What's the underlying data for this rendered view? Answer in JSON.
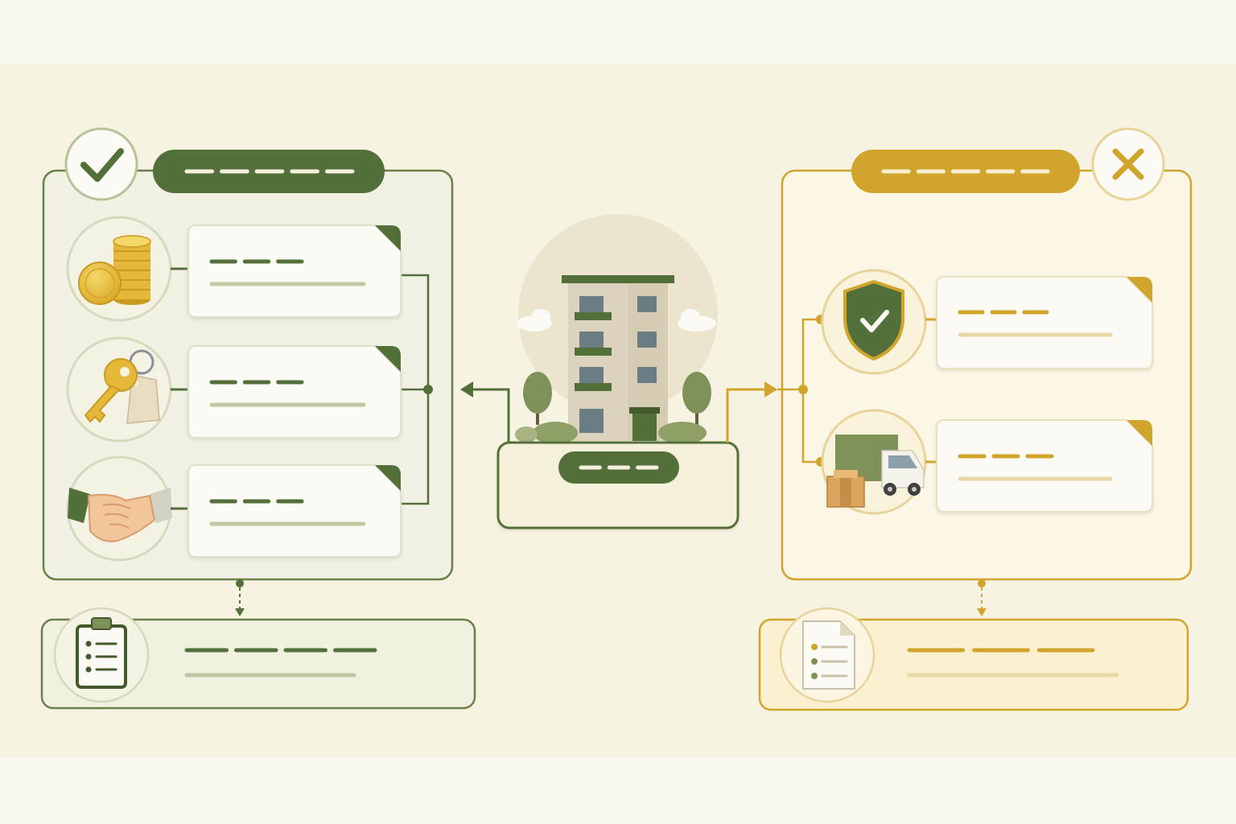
{
  "diagram": {
    "colors": {
      "bg_outer": "#f9f7ef",
      "bg_inner": "#f7f3e3",
      "green_dark": "#54703a",
      "green_mid": "#7e9159",
      "green_light": "#b8c29a",
      "gold": "#d1a52b",
      "gold_light": "#e8d39a",
      "panel_left": "#f1f1e4",
      "panel_right": "#fbf6e6",
      "card": "#fbfaf4"
    },
    "center": {
      "illustration": "apartment-building-with-trees",
      "label_dashes": 3
    },
    "left_panel": {
      "status_icon": "checkmark-icon",
      "header_dashes": 5,
      "items": [
        {
          "icon": "coin-stack-icon",
          "title_dashes": 3
        },
        {
          "icon": "key-with-tag-icon",
          "title_dashes": 3
        },
        {
          "icon": "handshake-icon",
          "title_dashes": 3
        }
      ],
      "summary": {
        "icon": "clipboard-checklist-icon",
        "title_dashes": 4
      }
    },
    "right_panel": {
      "status_icon": "x-icon",
      "header_dashes": 5,
      "items": [
        {
          "icon": "shield-check-icon",
          "title_dashes": 3
        },
        {
          "icon": "moving-truck-icon",
          "title_dashes": 3
        }
      ],
      "summary": {
        "icon": "document-list-icon",
        "title_dashes": 3
      }
    }
  }
}
